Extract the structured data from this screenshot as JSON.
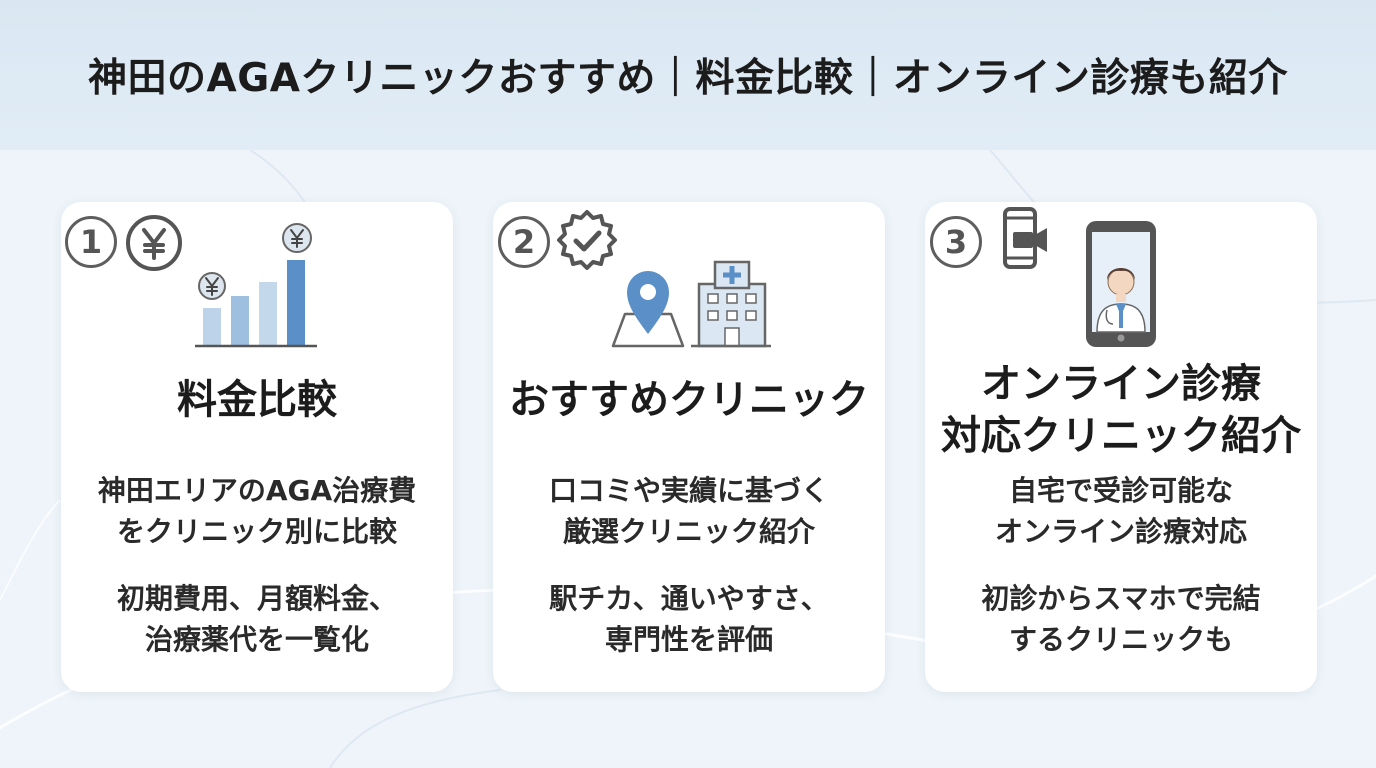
{
  "header": {
    "title": "神田のAGAクリニックおすすめ｜料金比較｜オンライン診療も紹介"
  },
  "cards": [
    {
      "number": "1",
      "icon": "yen-icon",
      "illustration": "bar-chart-yen-icon",
      "title_lines": [
        "料金比較"
      ],
      "desc1_lines": [
        "神田エリアのAGA治療費",
        "をクリニック別に比較"
      ],
      "desc2_lines": [
        "初期費用、月額料金、",
        "治療薬代を一覧化"
      ]
    },
    {
      "number": "2",
      "icon": "verified-badge-icon",
      "illustration": "map-pin-hospital-icon",
      "title_lines": [
        "おすすめクリニック"
      ],
      "desc1_lines": [
        "口コミや実績に基づく",
        "厳選クリニック紹介"
      ],
      "desc2_lines": [
        "駅チカ、通いやすさ、",
        "専門性を評価"
      ]
    },
    {
      "number": "3",
      "icon": "video-call-icon",
      "illustration": "phone-doctor-icon",
      "title_lines": [
        "オンライン診療",
        "対応クリニック紹介"
      ],
      "desc1_lines": [
        "自宅で受診可能な",
        "オンライン診療対応"
      ],
      "desc2_lines": [
        "初診からスマホで完結",
        "するクリニックも"
      ]
    }
  ],
  "colors": {
    "header_bg": "#dae7f2",
    "page_bg": "#eef4f9",
    "card_bg": "#ffffff",
    "accent_blue": "#5b8fc7",
    "light_blue": "#aac8e6",
    "icon_gray": "#5e5e5e"
  }
}
